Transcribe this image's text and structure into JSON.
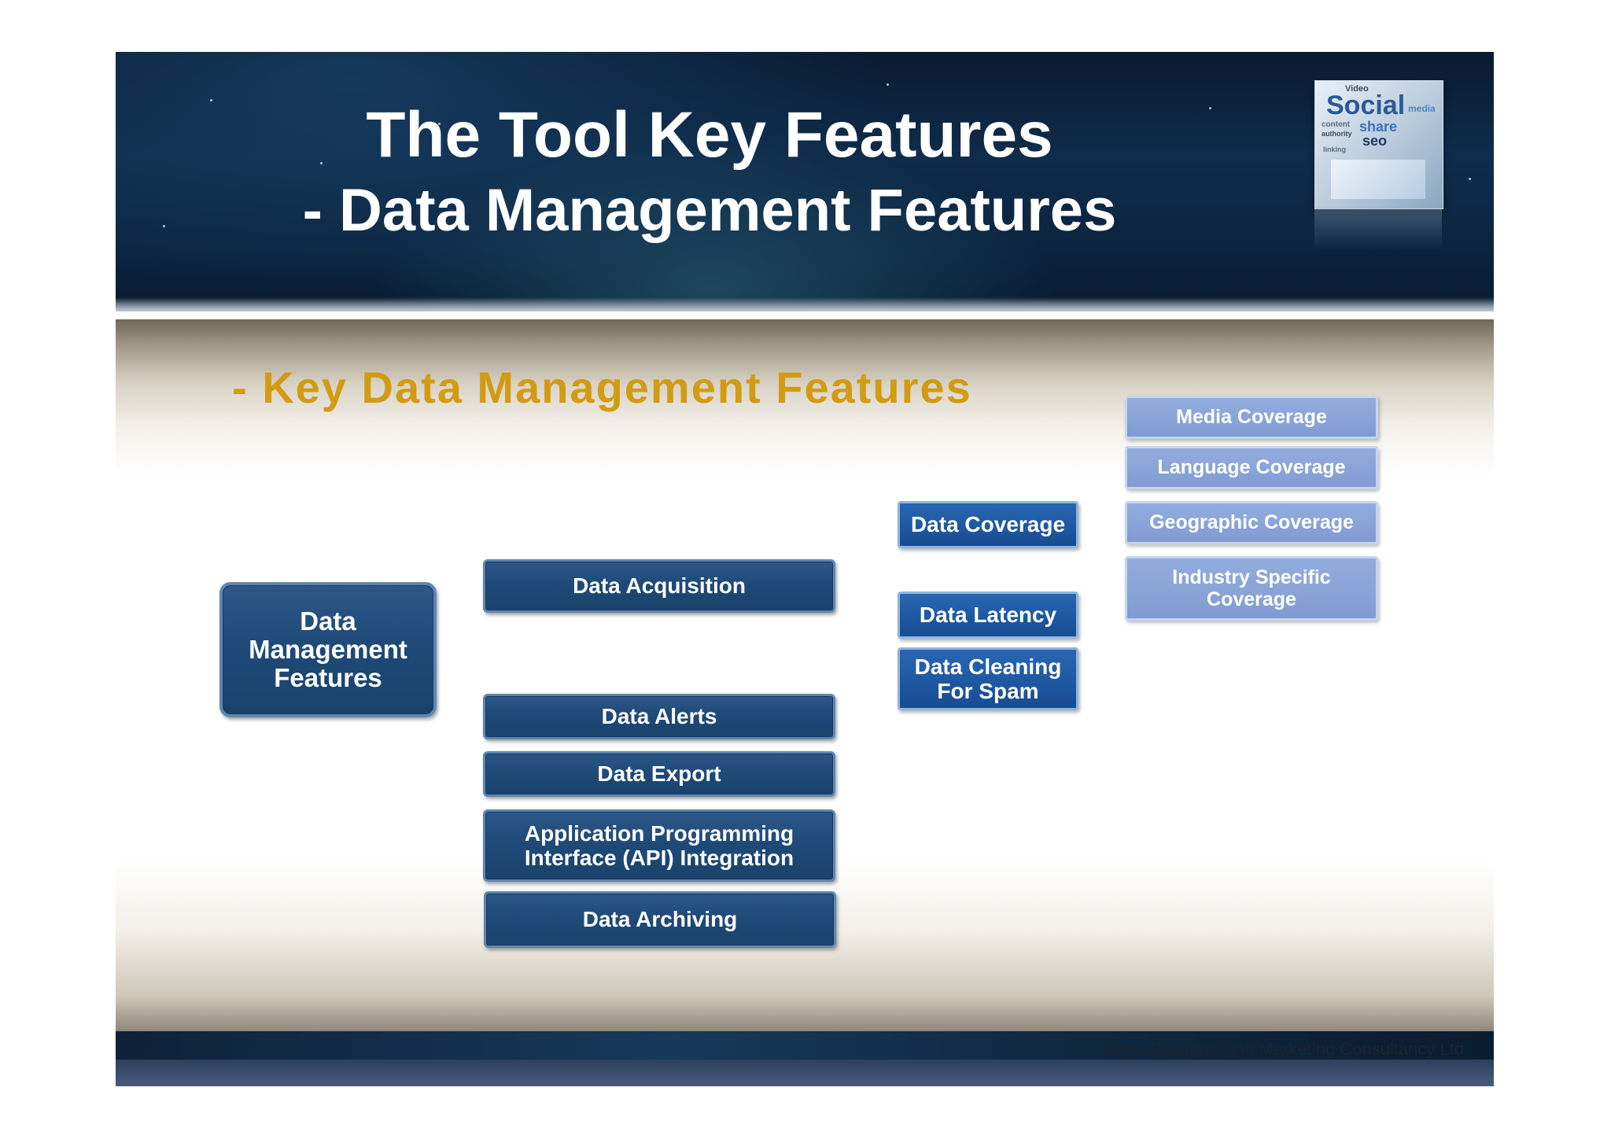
{
  "header": {
    "title_line1": "The Tool Key Features",
    "title_line2": "- Data Management Features",
    "cube_words": [
      "Video",
      "Social",
      "media",
      "content",
      "share",
      "authority",
      "seo",
      "linking"
    ]
  },
  "subtitle": "- Key Data Management Features",
  "diagram": {
    "root": {
      "lines": [
        "Data",
        "Management",
        "Features"
      ]
    },
    "level1": [
      {
        "lines": [
          "Data Acquisition"
        ]
      },
      {
        "lines": [
          "Data Alerts"
        ]
      },
      {
        "lines": [
          "Data Export"
        ]
      },
      {
        "lines": [
          "Application Programming",
          "Interface (API) Integration"
        ]
      },
      {
        "lines": [
          "Data Archiving"
        ]
      }
    ],
    "level2": [
      {
        "lines": [
          "Data Coverage"
        ]
      },
      {
        "lines": [
          "Data Latency"
        ]
      },
      {
        "lines": [
          "Data Cleaning",
          "For Spam"
        ]
      }
    ],
    "level3": [
      {
        "lines": [
          "Media Coverage"
        ]
      },
      {
        "lines": [
          "Language Coverage"
        ]
      },
      {
        "lines": [
          "Geographic Coverage"
        ]
      },
      {
        "lines": [
          "Industry Specific",
          "Coverage"
        ]
      }
    ]
  },
  "footer": {
    "text": "Ideya Business and Marketing Consultancy Ltd"
  },
  "colors": {
    "subtitle": "#d29c12",
    "dark_box": "#1f4a78",
    "mid_box": "#1d57a0",
    "light_box": "#8aa4d8"
  }
}
